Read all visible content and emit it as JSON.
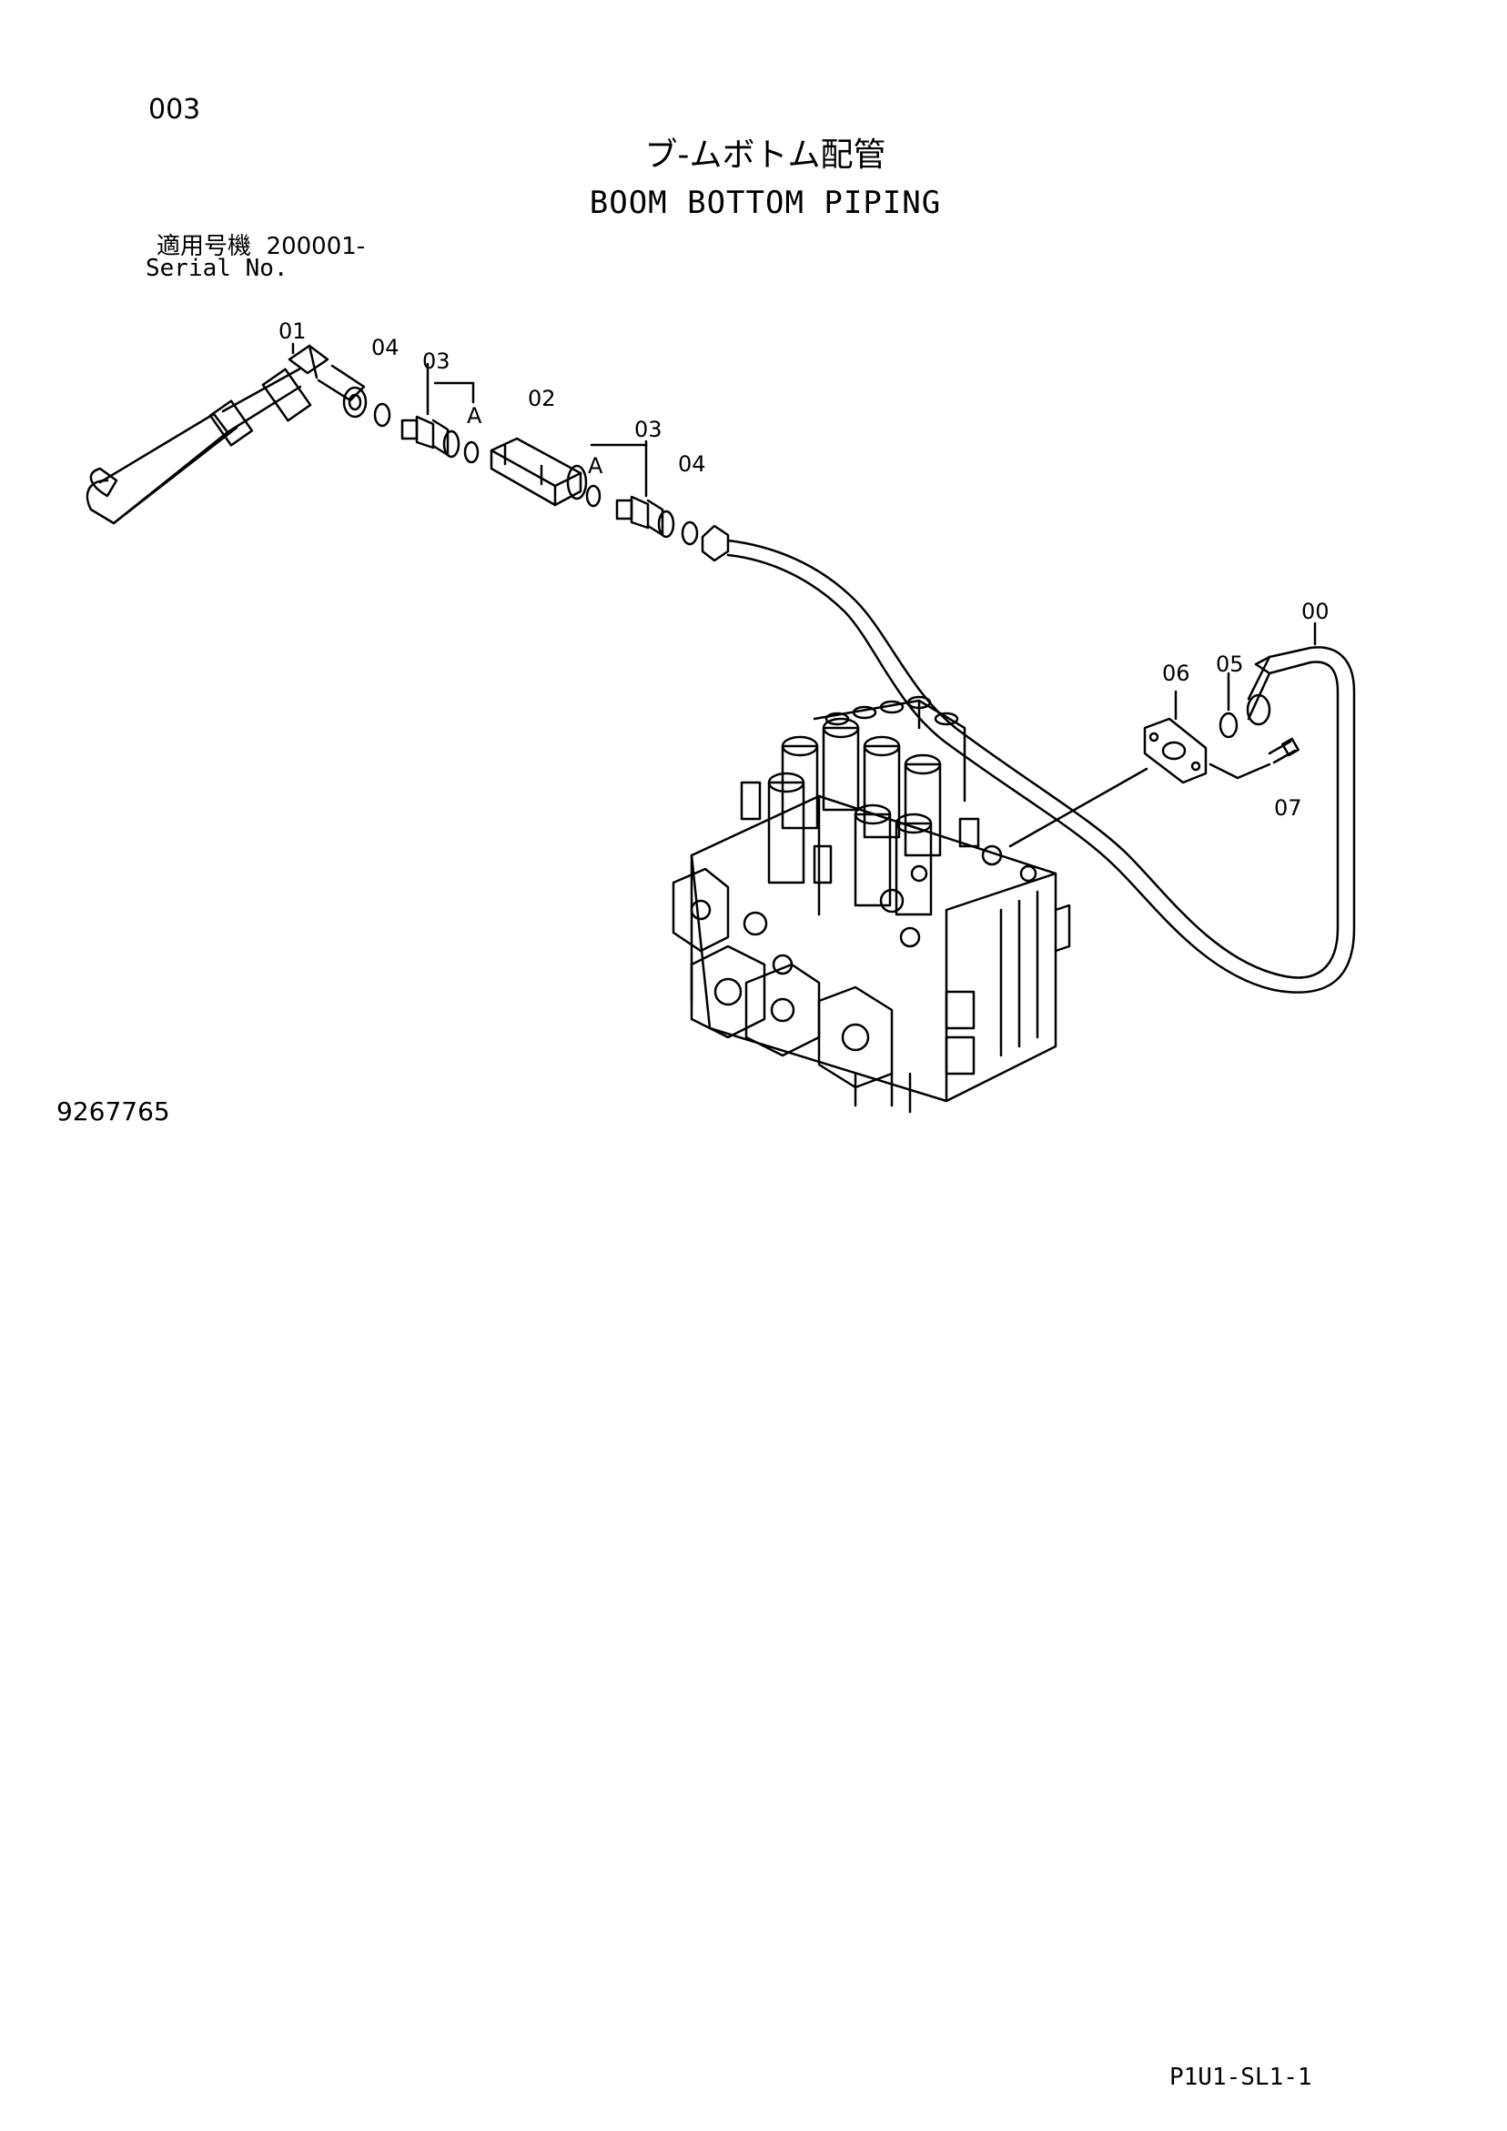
{
  "header": {
    "page_number": "003",
    "title_jp": "ブ-ムボトム配管",
    "title_en": "BOOM BOTTOM PIPING",
    "serial_label_jp": "適用号機",
    "serial_value": "200001-",
    "serial_label_en": "Serial No."
  },
  "callouts": {
    "p00": "00",
    "p01": "01",
    "p02": "02",
    "p03a": "03",
    "p03b": "03",
    "p04a": "04",
    "p04b": "04",
    "p05": "05",
    "p06": "06",
    "p07": "07",
    "markA1": "A",
    "markA2": "A"
  },
  "footer": {
    "drawing_number": "9267765",
    "sheet_code": "P1U1-SL1-1"
  }
}
